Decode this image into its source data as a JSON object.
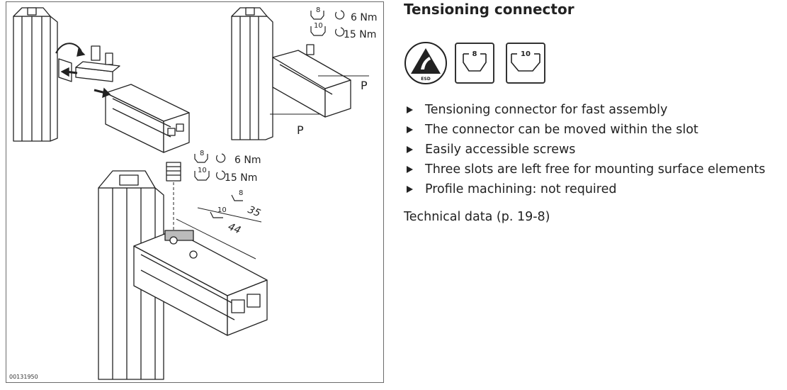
{
  "figure": {
    "id": "00131950",
    "labels": {
      "p_top": "P",
      "p_bottom": "P",
      "slot_8": "8",
      "slot_10": "10",
      "torque_6": "6 Nm",
      "torque_15": "15 Nm",
      "dim_35": "35",
      "dim_44": "44"
    }
  },
  "title": "Tensioning connector",
  "icons": [
    {
      "name": "esd-icon",
      "label": "ESD"
    },
    {
      "name": "slot-8-icon",
      "label": "8"
    },
    {
      "name": "slot-10-icon",
      "label": "10"
    }
  ],
  "bullets": [
    "Tensioning connector for fast assembly",
    "The connector can be moved within the slot",
    "Easily accessible screws",
    "Three slots are left free for mounting surface elements",
    "Profile machining: not required"
  ],
  "technical_data": "Technical data (p. 19-8)"
}
